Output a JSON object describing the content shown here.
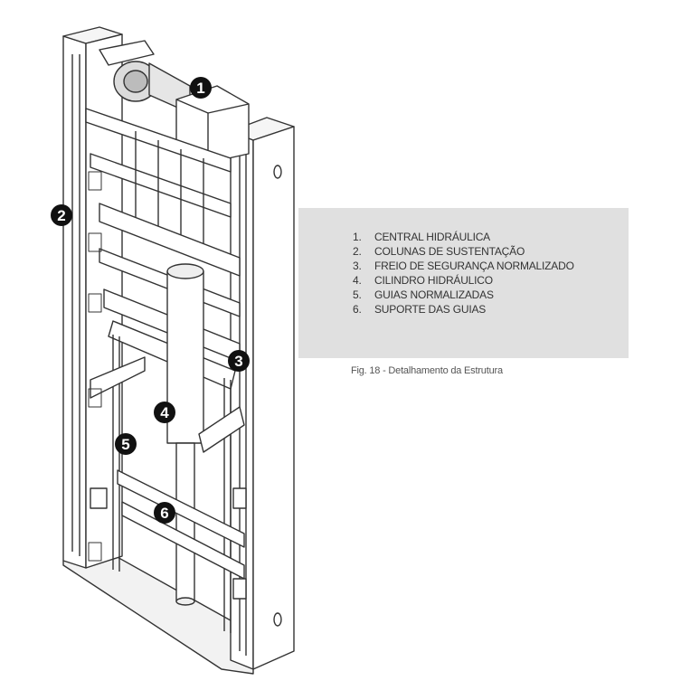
{
  "legend": {
    "items": [
      {
        "num": "1.",
        "label": "CENTRAL HIDRÁULICA"
      },
      {
        "num": "2.",
        "label": "COLUNAS DE SUSTENTAÇÃO"
      },
      {
        "num": "3.",
        "label": "FREIO DE SEGURANÇA NORMALIZADO"
      },
      {
        "num": "4.",
        "label": "CILINDRO HIDRÁULICO"
      },
      {
        "num": "5.",
        "label": "GUIAS NORMALIZADAS"
      },
      {
        "num": "6.",
        "label": "SUPORTE DAS GUIAS"
      }
    ]
  },
  "caption": "Fig. 18 - Detalhamento da Estrutura",
  "callouts": [
    "1",
    "2",
    "3",
    "4",
    "5",
    "6"
  ],
  "colors": {
    "line": "#333333",
    "panel": "#e0e0e0",
    "callout": "#111111"
  }
}
